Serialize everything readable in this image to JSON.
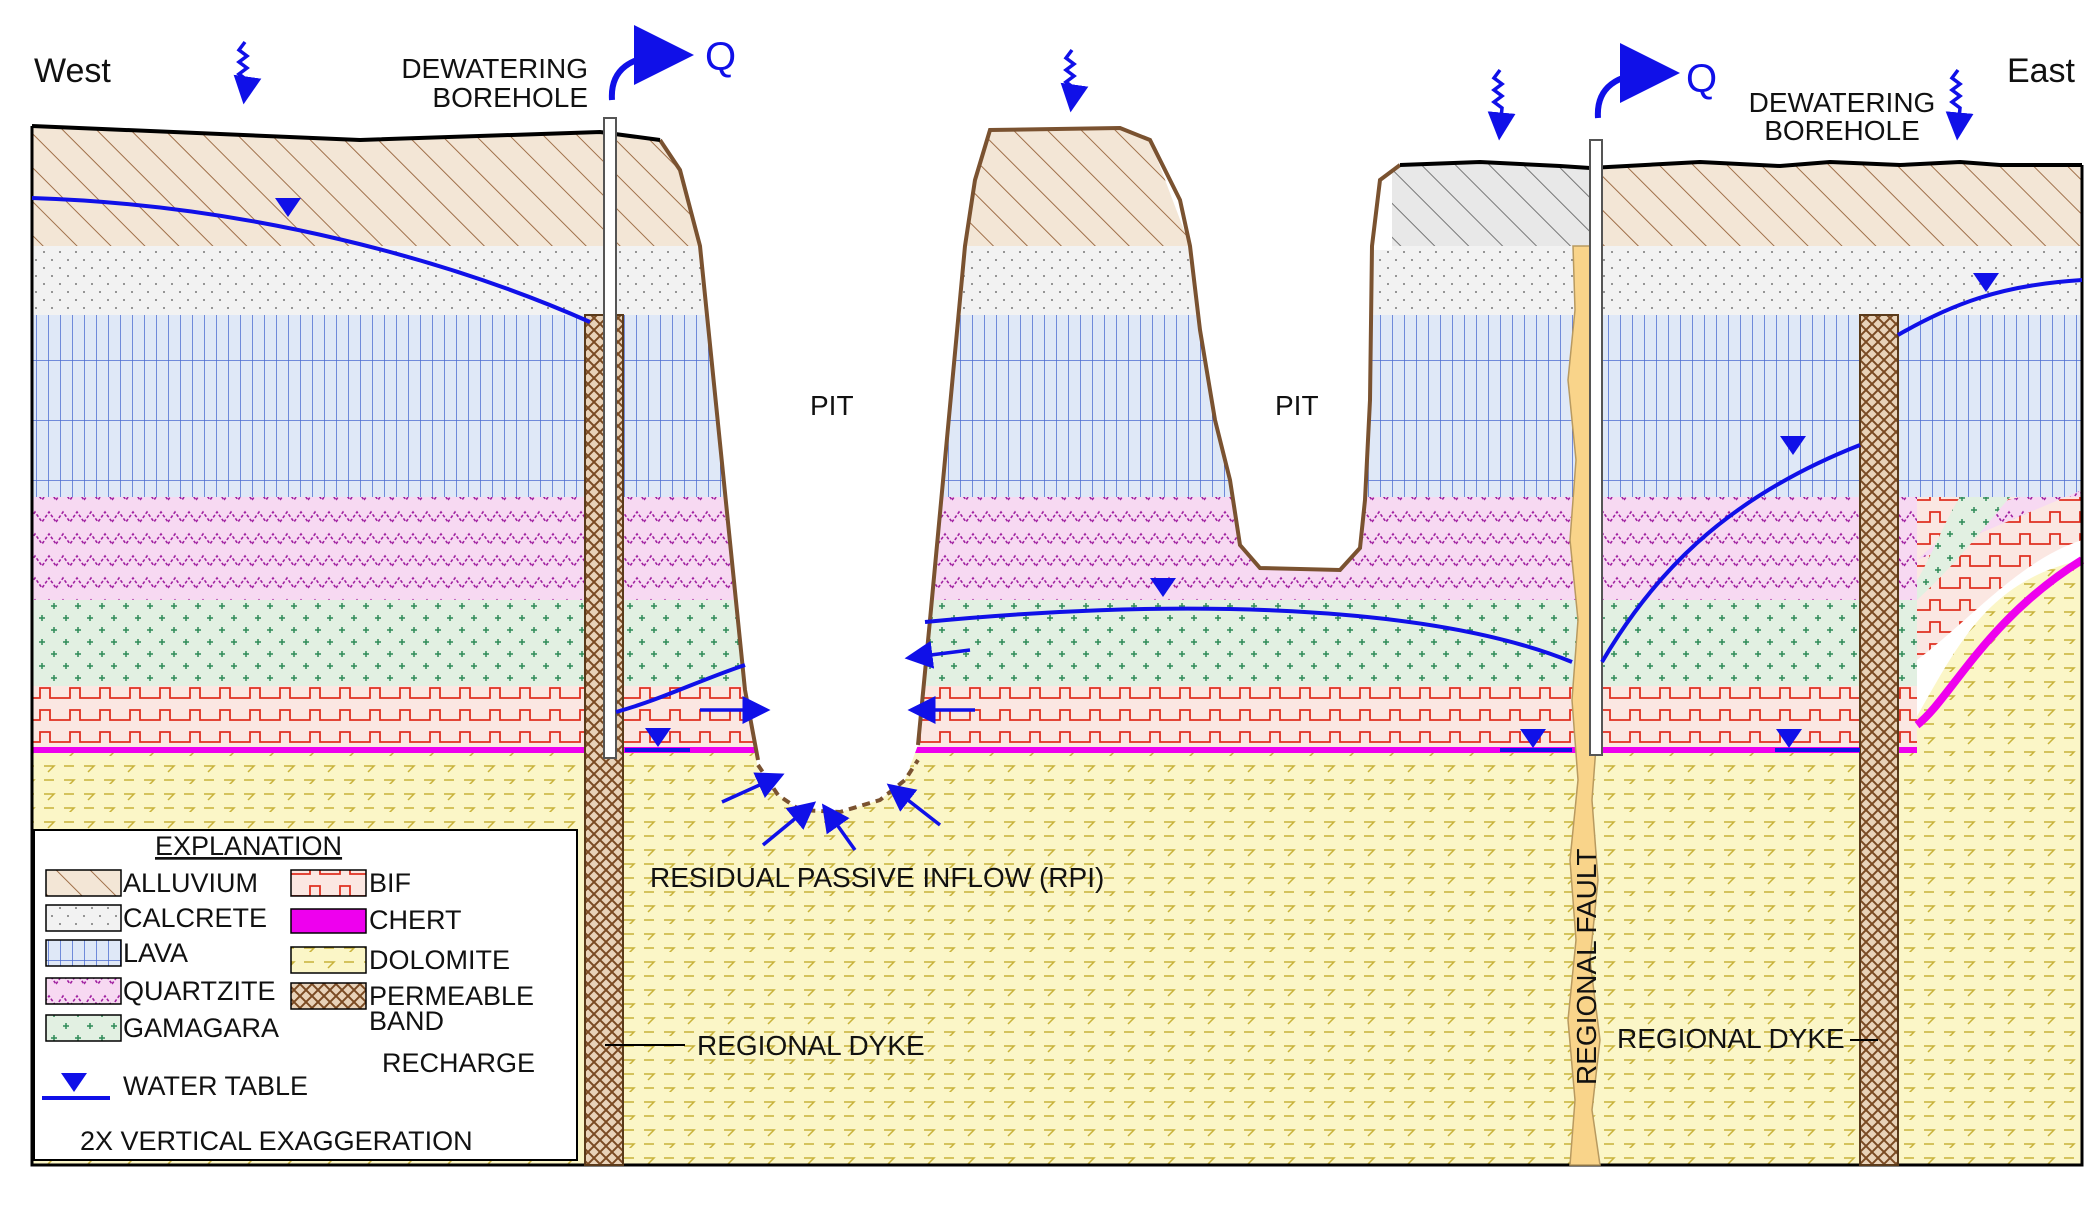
{
  "orientation": {
    "west": "West",
    "east": "East"
  },
  "flow_symbol": "Q",
  "boreholes": {
    "west_label": [
      "DEWATERING",
      "BOREHOLE"
    ],
    "east_label": [
      "DEWATERING",
      "BOREHOLE"
    ]
  },
  "pits": [
    "PIT",
    "PIT"
  ],
  "annotations": {
    "rpi": "RESIDUAL PASSIVE INFLOW (RPI)",
    "dyke_west": "REGIONAL DYKE",
    "dyke_east": "REGIONAL DYKE",
    "fault": "REGIONAL FAULT"
  },
  "legend": {
    "title": "EXPLANATION",
    "units": [
      {
        "name": "ALLUVIUM",
        "color": "#f3e6d6"
      },
      {
        "name": "CALCRETE",
        "color": "#f2f2f2"
      },
      {
        "name": "LAVA",
        "color": "#dfe8f7"
      },
      {
        "name": "QUARTZITE",
        "color": "#f7d9f2"
      },
      {
        "name": "GAMAGARA",
        "color": "#e2f0e2"
      },
      {
        "name": "BIF",
        "color": "#fbe7e2"
      },
      {
        "name": "CHERT",
        "color": "#ee00ee"
      },
      {
        "name": "DOLOMITE",
        "color": "#fbf6c7"
      },
      {
        "name": "PERMEABLE",
        "color": "#c49a6c"
      }
    ],
    "permeable_line2": "BAND",
    "water_table": "WATER TABLE",
    "recharge": "RECHARGE",
    "note": "2X VERTICAL EXAGGERATION"
  },
  "colors": {
    "water": "#1010e8",
    "chert": "#ee00ee",
    "fault": "#f9d48a",
    "outline": "#7a5230"
  }
}
